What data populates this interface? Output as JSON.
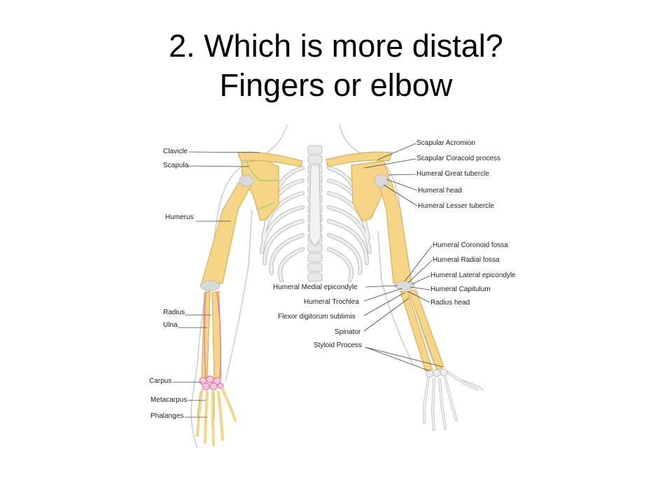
{
  "slide": {
    "title_line1": "2.  Which is more distal?",
    "title_line2": "Fingers or elbow"
  },
  "colors": {
    "bone_fill": "#f6d586",
    "bone_stroke": "#d8b15a",
    "skeleton_grey": "#e3e3e3",
    "skeleton_stroke": "#bdbdbd",
    "outline": "#cccccc",
    "accent_green": "#8fcf6a",
    "accent_pink": "#e46ea3",
    "cartilage": "#d9d9d9"
  },
  "labels": {
    "left": {
      "clavicle": "Clavicle",
      "scapula": "Scapula",
      "humerus": "Humerus",
      "radius": "Radius",
      "ulna": "Ulna",
      "carpus": "Carpus",
      "metacarpus": "Metacarpus",
      "phalanges": "Phalanges"
    },
    "right": {
      "scapular_acromion": "Scapular Acromion",
      "scapular_coracoid": "Scapular Coracoid process",
      "humeral_great_tubercle": "Humeral Great tubercle",
      "humeral_head": "Humeral head",
      "humeral_lesser_tubercle": "Humeral Lesser tubercle",
      "humeral_coronoid_fossa": "Humeral Coronoid fossa",
      "humeral_radial_fossa": "Humeral Radial fossa",
      "humeral_lateral_epicondyle": "Humeral Lateral epicondyle",
      "humeral_capitulum": "Humeral Capitulum",
      "radius_head": "Radius head"
    },
    "center": {
      "humeral_medial_epicondyle": "Humeral Medial epicondyle",
      "humeral_trochlea": "Humeral Trochlea",
      "flexor_digitorum": "Flexor digitorum sublimis",
      "spinator": "Spinator",
      "styloid_process": "Styloid Process"
    }
  }
}
